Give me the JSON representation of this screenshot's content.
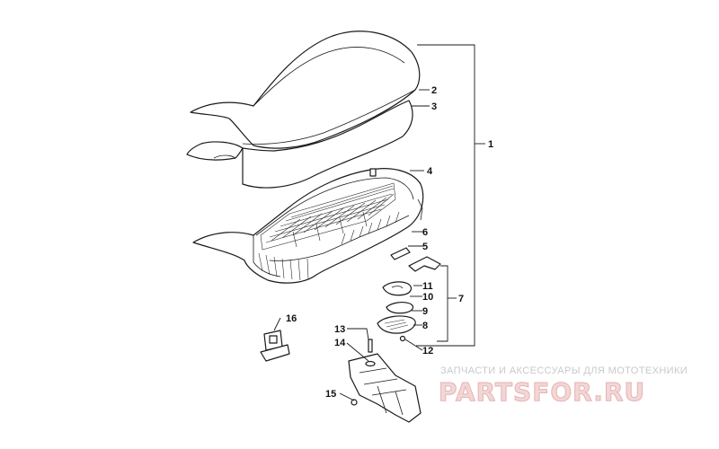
{
  "callouts": [
    {
      "id": "1",
      "label": "1"
    },
    {
      "id": "2",
      "label": "2"
    },
    {
      "id": "3",
      "label": "3"
    },
    {
      "id": "4",
      "label": "4"
    },
    {
      "id": "5",
      "label": "5"
    },
    {
      "id": "6",
      "label": "6"
    },
    {
      "id": "7",
      "label": "7"
    },
    {
      "id": "8",
      "label": "8"
    },
    {
      "id": "9",
      "label": "9"
    },
    {
      "id": "10",
      "label": "10"
    },
    {
      "id": "11",
      "label": "11"
    },
    {
      "id": "12",
      "label": "12"
    },
    {
      "id": "13",
      "label": "13"
    },
    {
      "id": "14",
      "label": "14"
    },
    {
      "id": "15",
      "label": "15"
    },
    {
      "id": "16",
      "label": "16"
    }
  ],
  "watermark": {
    "subtitle": "ЗАПЧАСТИ И АКСЕССУАРЫ ДЛЯ МОТОТЕХНИКИ",
    "brand": "PARTSFOR.RU",
    "color": "#e6b3b3"
  }
}
